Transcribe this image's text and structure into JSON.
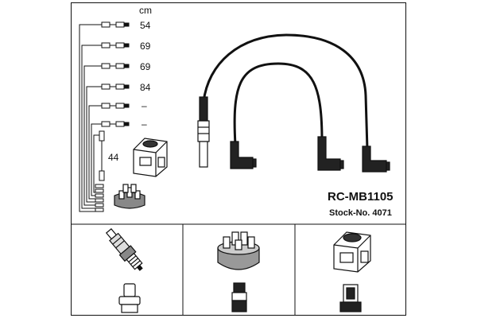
{
  "header": {
    "unit_label": "cm"
  },
  "lengths": [
    "54",
    "69",
    "69",
    "84",
    "–",
    "–"
  ],
  "coil_wire_length": "44",
  "product": {
    "code": "RC-MB1105",
    "stock_label": "Stock-No. 4071"
  },
  "icons": {
    "spark_plug": "spark-plug-icon",
    "distributor_cap": "distributor-cap-icon",
    "ignition_coil": "ignition-coil-icon",
    "plug_connector": "plug-connector-icon",
    "cap_connector": "cap-connector-icon",
    "coil_connector": "coil-connector-icon"
  },
  "colors": {
    "line": "#111111",
    "background": "#ffffff"
  }
}
